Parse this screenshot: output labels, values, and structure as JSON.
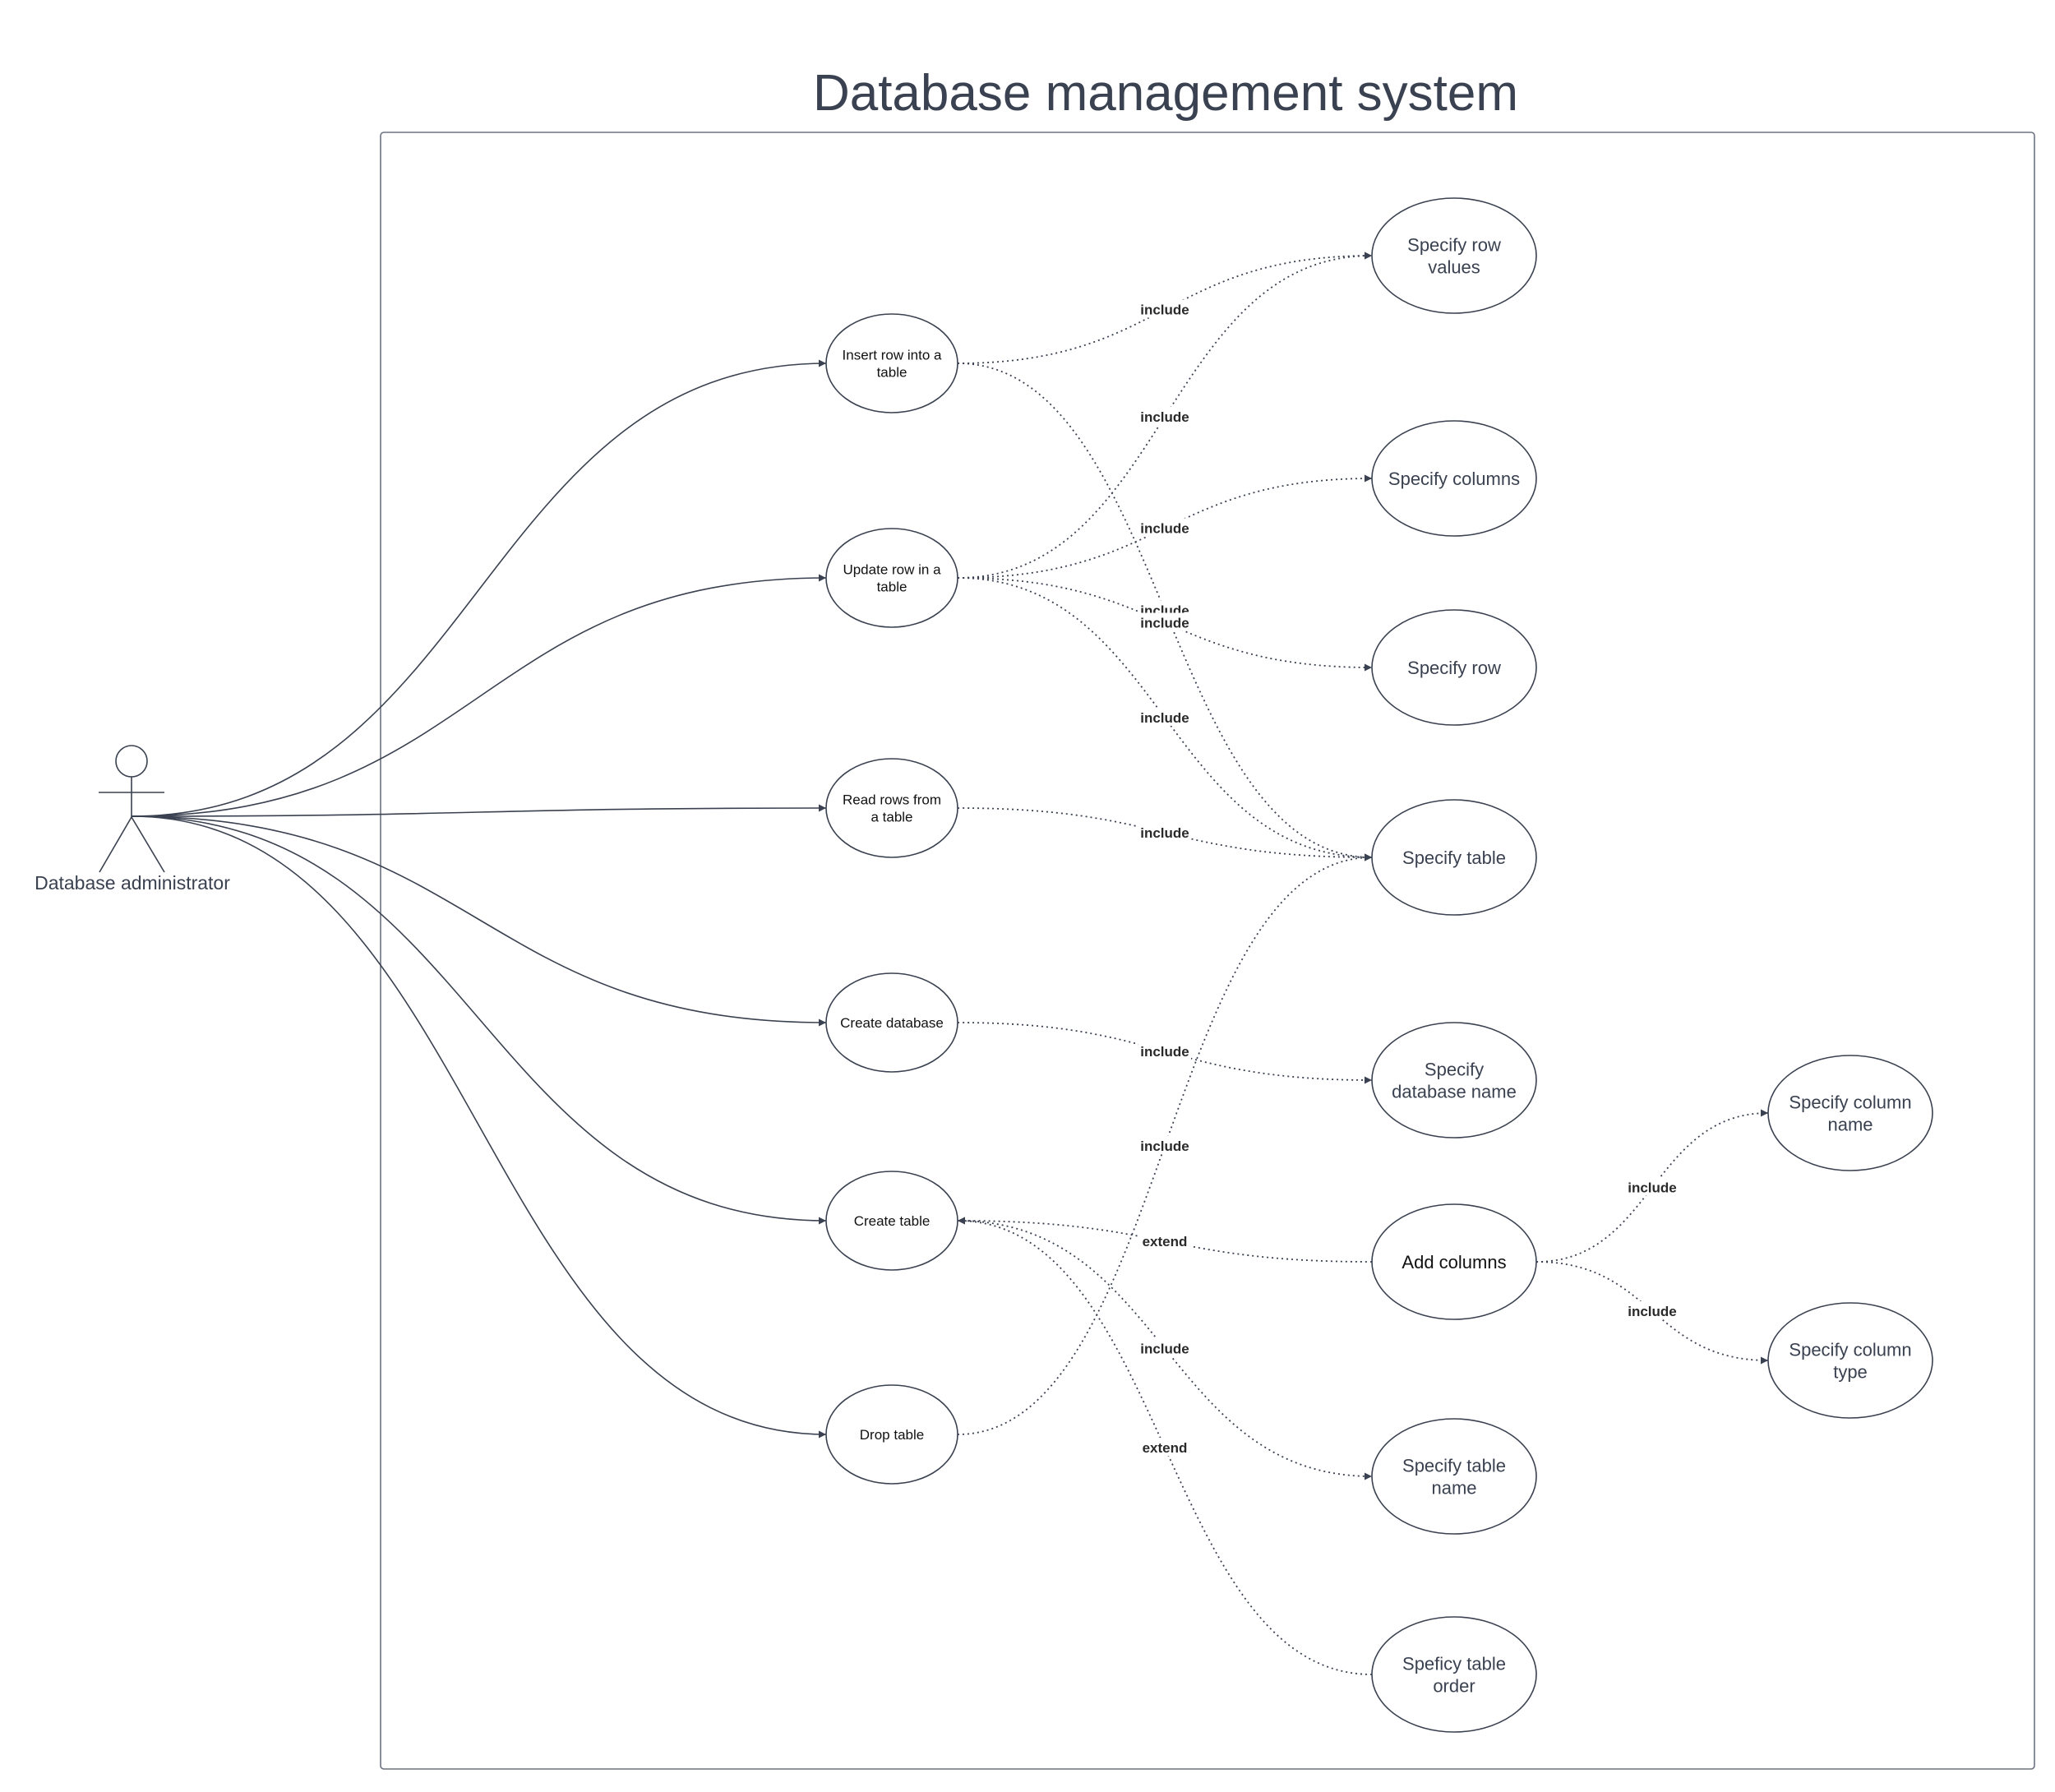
{
  "diagram": {
    "title": "Database management system",
    "actor": {
      "id": "admin",
      "label": "Database administrator",
      "icon": "stick-figure-icon"
    },
    "use_cases": [
      {
        "id": "insert_row",
        "lines": [
          "Insert row into a",
          "table"
        ]
      },
      {
        "id": "update_row",
        "lines": [
          "Update row in a",
          "table"
        ]
      },
      {
        "id": "read_rows",
        "lines": [
          "Read rows from",
          "a table"
        ]
      },
      {
        "id": "create_db",
        "lines": [
          "Create database"
        ]
      },
      {
        "id": "create_table",
        "lines": [
          "Create table"
        ]
      },
      {
        "id": "drop_table",
        "lines": [
          "Drop table"
        ]
      },
      {
        "id": "spec_row_values",
        "lines": [
          "Specify row",
          "values"
        ]
      },
      {
        "id": "spec_columns",
        "lines": [
          "Specify columns"
        ]
      },
      {
        "id": "spec_row",
        "lines": [
          "Specify row"
        ]
      },
      {
        "id": "spec_table",
        "lines": [
          "Specify table"
        ]
      },
      {
        "id": "spec_db_name",
        "lines": [
          "Specify",
          "database name"
        ]
      },
      {
        "id": "add_columns",
        "lines": [
          "Add columns"
        ]
      },
      {
        "id": "spec_table_name",
        "lines": [
          "Specify table",
          "name"
        ]
      },
      {
        "id": "spec_table_order",
        "lines": [
          "Speficy table",
          "order"
        ]
      },
      {
        "id": "spec_col_name",
        "lines": [
          "Specify column",
          "name"
        ]
      },
      {
        "id": "spec_col_type",
        "lines": [
          "Specify column",
          "type"
        ]
      }
    ],
    "associations": [
      {
        "from": "admin",
        "to": "insert_row"
      },
      {
        "from": "admin",
        "to": "update_row"
      },
      {
        "from": "admin",
        "to": "read_rows"
      },
      {
        "from": "admin",
        "to": "create_db"
      },
      {
        "from": "admin",
        "to": "create_table"
      },
      {
        "from": "admin",
        "to": "drop_table"
      }
    ],
    "relationships": [
      {
        "from": "insert_row",
        "to": "spec_row_values",
        "label": "include"
      },
      {
        "from": "insert_row",
        "to": "spec_table",
        "label": "include"
      },
      {
        "from": "update_row",
        "to": "spec_row_values",
        "label": "include"
      },
      {
        "from": "update_row",
        "to": "spec_columns",
        "label": "include"
      },
      {
        "from": "update_row",
        "to": "spec_row",
        "label": "include"
      },
      {
        "from": "update_row",
        "to": "spec_table",
        "label": "include"
      },
      {
        "from": "read_rows",
        "to": "spec_table",
        "label": "include"
      },
      {
        "from": "create_db",
        "to": "spec_db_name",
        "label": "include"
      },
      {
        "from": "add_columns",
        "to": "create_table",
        "label": "extend"
      },
      {
        "from": "create_table",
        "to": "spec_table_name",
        "label": "include"
      },
      {
        "from": "spec_table_order",
        "to": "create_table",
        "label": "extend"
      },
      {
        "from": "drop_table",
        "to": "spec_table",
        "label": "include"
      },
      {
        "from": "add_columns",
        "to": "spec_col_name",
        "label": "include"
      },
      {
        "from": "add_columns",
        "to": "spec_col_type",
        "label": "include"
      }
    ]
  }
}
